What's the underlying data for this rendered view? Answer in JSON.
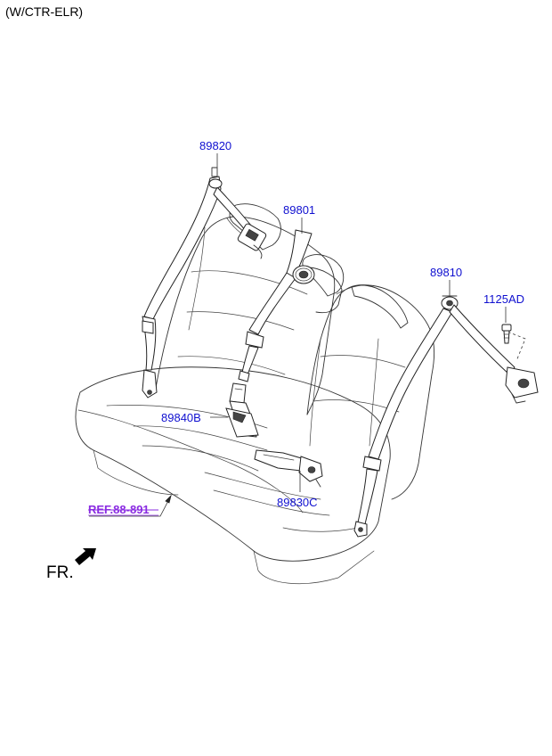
{
  "header": {
    "variant": "(W/CTR-ELR)"
  },
  "parts": [
    {
      "id": "p1",
      "number": "89820"
    },
    {
      "id": "p2",
      "number": "89801"
    },
    {
      "id": "p3",
      "number": "89810"
    },
    {
      "id": "p4",
      "number": "1125AD"
    },
    {
      "id": "p5",
      "number": "89840B"
    },
    {
      "id": "p6",
      "number": "89830C"
    }
  ],
  "reference": {
    "label": "REF.88-891"
  },
  "direction": {
    "label": "FR."
  },
  "colors": {
    "part_label": "#1010d0",
    "reference_label": "#8a2be2",
    "line": "#333333"
  }
}
